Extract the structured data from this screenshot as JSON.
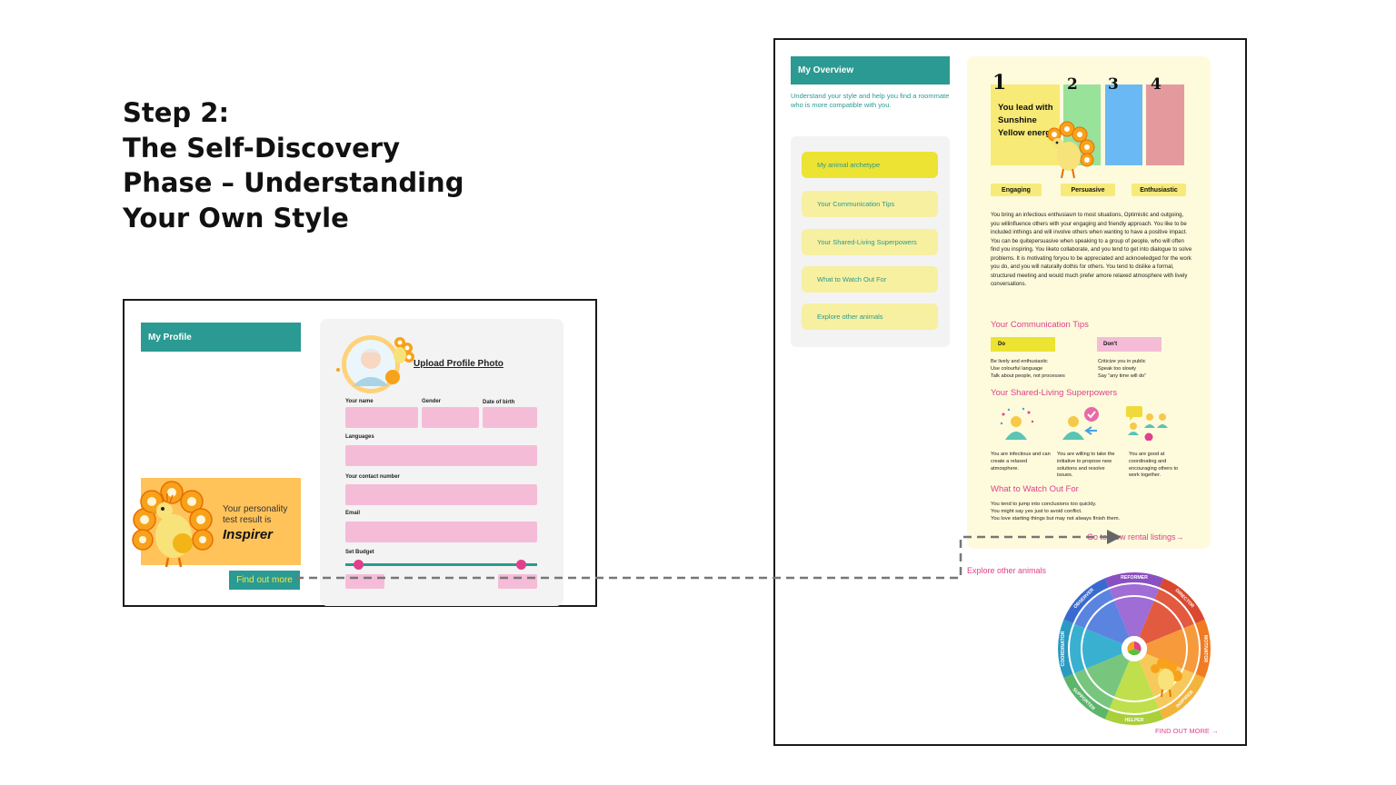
{
  "heading": {
    "line1": "Step 2:",
    "line2": "The Self-Discovery",
    "line3": "Phase – Understanding",
    "line4": "Your Own Style"
  },
  "profile": {
    "header": "My Profile",
    "upload_label": "Upload Profile Photo",
    "fields": {
      "name_label": "Your name",
      "gender_label": "Gender",
      "dob_label": "Date of birth",
      "languages_label": "Languages",
      "contact_label": "Your contact number",
      "email_label": "Email",
      "budget_label": "Set Budget"
    },
    "personality": {
      "text": "Your personality test result is",
      "result": "Inspirer"
    },
    "find_out_more": "Find out more"
  },
  "overview": {
    "header": "My Overview",
    "description": "Understand your style and help you find a roommate who is more compatible with you.",
    "nav": [
      {
        "label": "My animal archetype"
      },
      {
        "label": "Your Communication Tips"
      },
      {
        "label": "Your Shared-Living Superpowers"
      },
      {
        "label": "What to Watch Out For"
      },
      {
        "label": "Explore other animals"
      }
    ],
    "ranks": [
      "1",
      "2",
      "3",
      "4"
    ],
    "rank_colors": [
      "#f7ea76",
      "#98e29a",
      "#6ab9f5",
      "#e49a9c"
    ],
    "lead_text": "You lead with Sunshine Yellow energy",
    "traits": [
      "Engaging",
      "Persuasive",
      "Enthusiastic"
    ],
    "about": "You bring an infectious enthusiasm to most situations, Optimistic and outgoing, you willinfluence others with your engaging and friendly approach. You like to be included inthings and will involve others when wanting to have a positive impact. You can be quitepersuasive when speaking to a group of people, who will often find you inspiring. You liketo collaborate, and you tend to get into dialogue to solve problems. It is motivating foryou to be appreciated and acknowledged for the work you do, and you will naturally dothis for others. You tend to dislike a formal, structured meeting and would much prefer amore relaxed atmosphere with lively conversations.",
    "communication": {
      "title": "Your Communication Tips",
      "do_label": "Do",
      "dont_label": "Don't",
      "do_items": [
        "Be lively and enthusiastic",
        "Use colourful language",
        "Talk about people, not processes"
      ],
      "dont_items": [
        "Criticize you in public",
        "Speak too slowly",
        "Say “any time will do”"
      ]
    },
    "superpowers": {
      "title": "Your Shared-Living Superpowers",
      "items": [
        "You are infectious and can create a relaxed atmosphere.",
        "You are willing to take the initiative to propose new solutions and resolve issues.",
        "You are good at coordinating and encouraging others to work together."
      ]
    },
    "watch": {
      "title": "What to Watch Out For",
      "items": [
        "You tend to jump into conclusions too quickly.",
        "You might say yes just to avoid conflict.",
        "You love starting things but may not always finish them."
      ]
    },
    "rental_link": "Go to view rental listings→",
    "explore_link": "Explore other animals",
    "wheel_labels": [
      "REFORMER",
      "DIRECTOR",
      "MOTIVATOR",
      "INSPIRER",
      "HELPER",
      "SUPPORTER",
      "COORDINATOR",
      "OBSERVER"
    ],
    "find_out_more": "FIND OUT MORE →"
  },
  "colors": {
    "teal": "#2a9a92",
    "pink_field": "#f5bcd8",
    "yellow_card": "#ffc35a",
    "accent_pink": "#e0408c"
  }
}
